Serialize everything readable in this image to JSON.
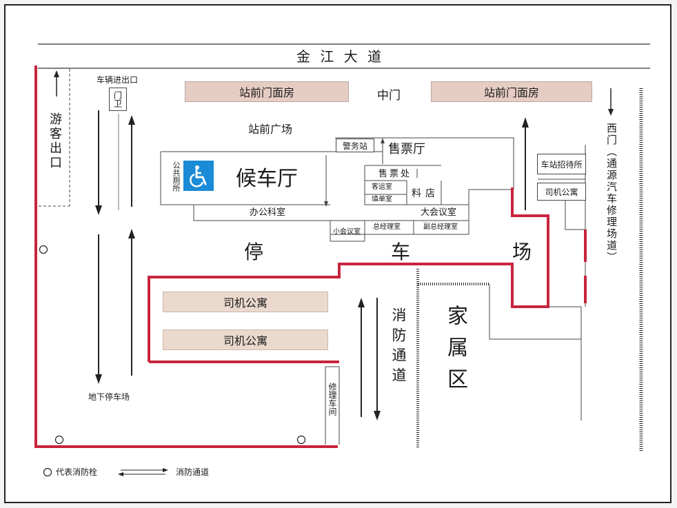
{
  "road": {
    "name": "金 江 大 道"
  },
  "labels": {
    "vehicle_gate": "车辆进出口",
    "guard": "门卫",
    "tourist_exit": "游客出口",
    "middle_gate": "中门",
    "plaza": "站前广场",
    "police": "警务站",
    "ticket_hall": "售票厅",
    "waiting_hall": "候车厅",
    "toilet": "公共厕所",
    "ticket_office": "售票处",
    "passenger_office": "客运室",
    "form_room": "填单室",
    "material_shop": "料店",
    "office": "办公科室",
    "meeting_big": "大会议室",
    "meeting_small": "小会议室",
    "gm_office": "总经理室",
    "vgm_office": "副总经理室",
    "hotel": "车站招待所",
    "driver_apt": "司机公寓",
    "west_gate": "西门（通源汽车修理场道）",
    "shop_left": "站前门面房",
    "shop_right": "站前门面房",
    "parking_1": "停",
    "parking_2": "车",
    "parking_3": "场",
    "driver_apt_1": "司机公寓",
    "driver_apt_2": "司机公寓",
    "fire_passage": "消防通道",
    "family_area": "家属区",
    "repair": "修理车间",
    "underground_parking": "地下停车场"
  },
  "legend": {
    "hydrant": "代表消防栓",
    "passage": "消防通道"
  },
  "colors": {
    "fire_route": "#c8243d",
    "shop": "#e6cdc4",
    "accessible": "#1a8bd6"
  }
}
